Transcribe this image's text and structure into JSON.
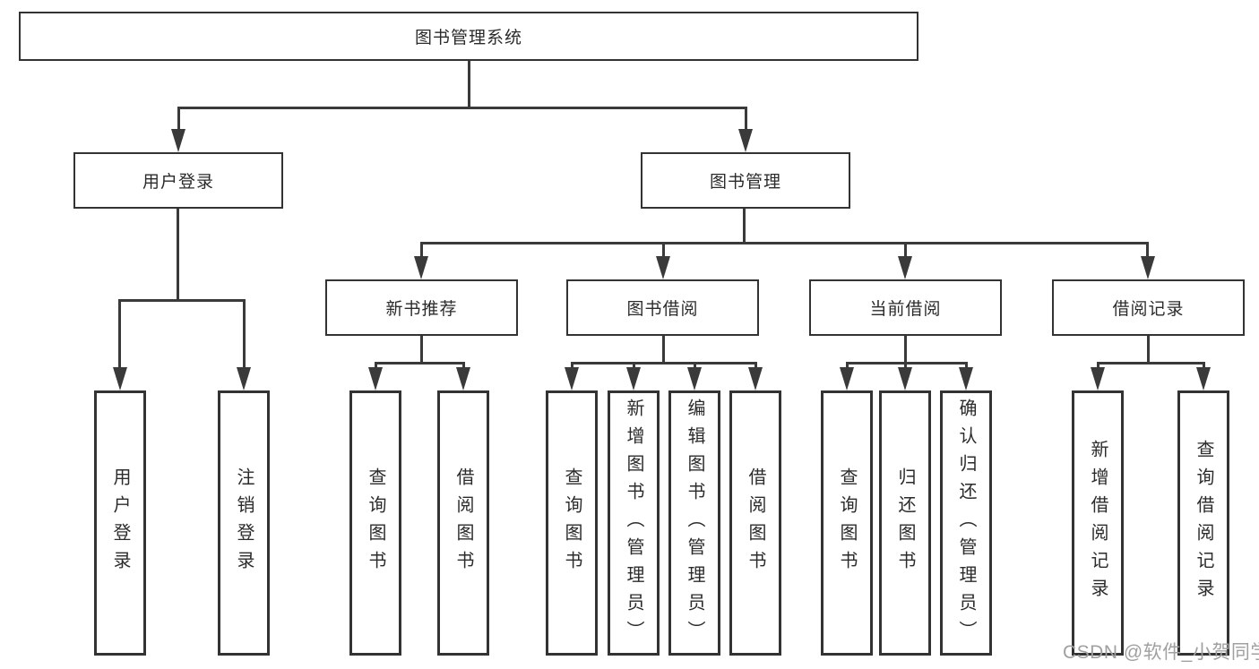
{
  "diagram_title": "图书管理系统",
  "tree": {
    "root": "图书管理系统",
    "children": [
      {
        "label": "用户登录",
        "children": [
          "用户登录",
          "注销登录"
        ]
      },
      {
        "label": "图书管理",
        "children": [
          {
            "label": "新书推荐",
            "children": [
              "查询图书",
              "借阅图书"
            ]
          },
          {
            "label": "图书借阅",
            "children": [
              "查询图书",
              "新增图书（管理员）",
              "编辑图书（管理员）",
              "借阅图书"
            ]
          },
          {
            "label": "当前借阅",
            "children": [
              "查询图书",
              "归还图书",
              "确认归还（管理员）"
            ]
          },
          {
            "label": "借阅记录",
            "children": [
              "新增借阅记录",
              "查询借阅记录"
            ]
          }
        ]
      }
    ]
  },
  "watermark": "CSDN @软件_小贺同学",
  "colors": {
    "line": "#3a3a3a",
    "border": "#333333",
    "text": "#2b2b2b",
    "watermark": "#a0a0a0",
    "background": "#ffffff"
  }
}
